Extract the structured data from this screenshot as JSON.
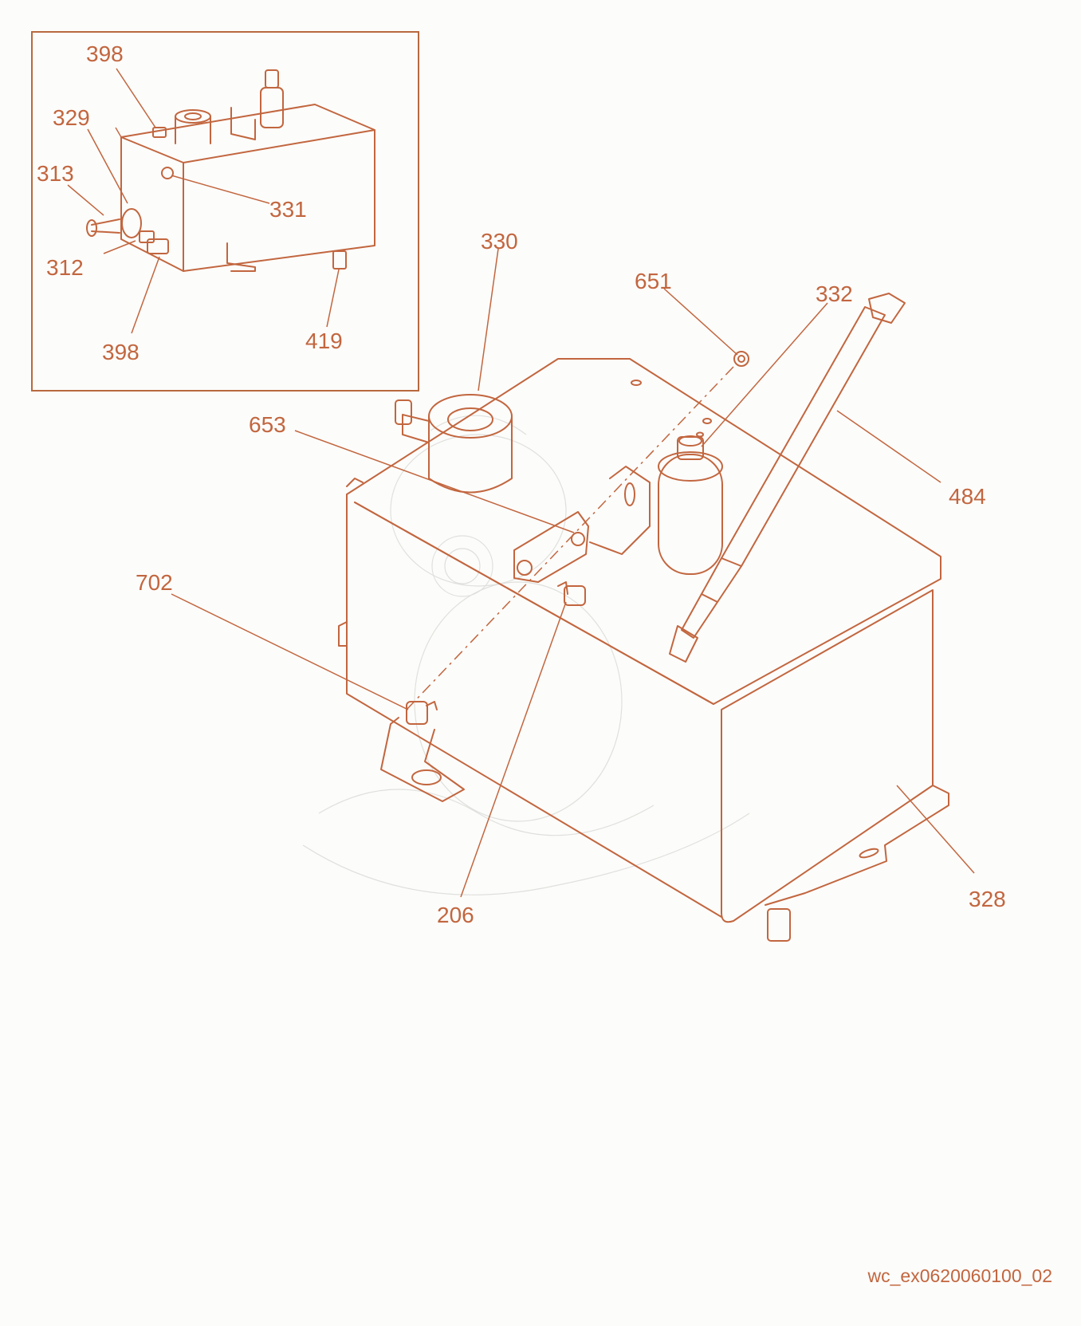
{
  "callouts": {
    "c398a": "398",
    "c329": "329",
    "c313": "313",
    "c331": "331",
    "c312": "312",
    "c398b": "398",
    "c419": "419",
    "c330": "330",
    "c651": "651",
    "c332": "332",
    "c484": "484",
    "c653": "653",
    "c702": "702",
    "c206": "206",
    "c328": "328"
  },
  "drawing_code": "wc_ex0620060100_02",
  "colors": {
    "line": "#c2663f",
    "background": "#fcfcfa"
  }
}
